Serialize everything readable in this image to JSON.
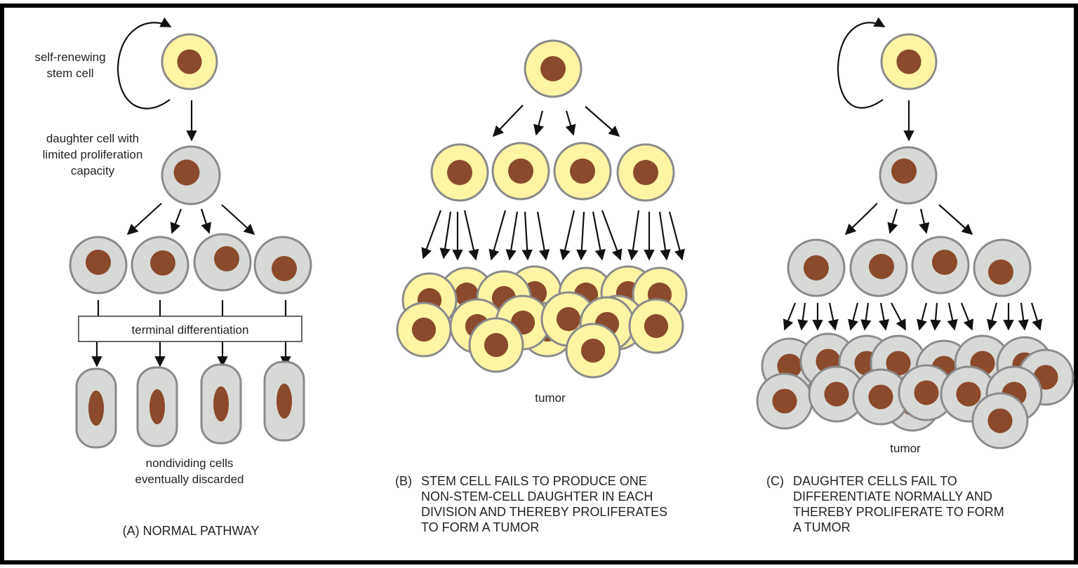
{
  "colors": {
    "stem_cytoplasm": "#fdf4a4",
    "daughter_cytoplasm": "#d7d9d7",
    "cell_outline": "#8a8a8a",
    "nucleus": "#8b4a2b",
    "border": "#000000"
  },
  "panel_a": {
    "stem_label_1": "self-renewing",
    "stem_label_2": "stem cell",
    "daughter_label_1": "daughter cell with",
    "daughter_label_2": "limited proliferation",
    "daughter_label_3": "capacity",
    "terminal_label": "terminal differentiation",
    "nondividing_1": "nondividing cells",
    "nondividing_2": "eventually discarded",
    "caption": "(A) NORMAL PATHWAY"
  },
  "panel_b": {
    "tumor_label": "tumor",
    "caption_tag": "(B)",
    "caption_1": "STEM CELL FAILS TO PRODUCE ONE",
    "caption_2": "NON-STEM-CELL DAUGHTER IN EACH",
    "caption_3": "DIVISION AND THEREBY PROLIFERATES",
    "caption_4": "TO FORM A TUMOR"
  },
  "panel_c": {
    "tumor_label": "tumor",
    "caption_tag": "(C)",
    "caption_1": "DAUGHTER CELLS FAIL TO",
    "caption_2": "DIFFERENTIATE NORMALLY AND",
    "caption_3": "THEREBY PROLIFERATE TO FORM",
    "caption_4": "A TUMOR"
  }
}
